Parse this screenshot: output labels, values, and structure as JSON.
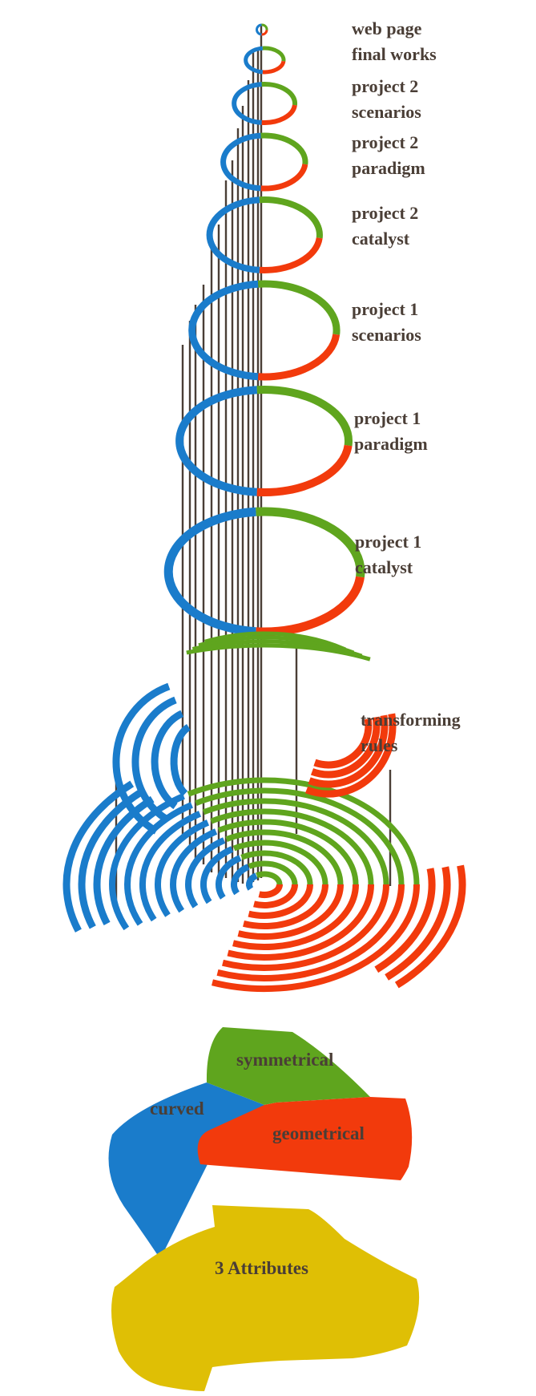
{
  "colors": {
    "blue": "#1a7ccb",
    "green": "#5fa51e",
    "red": "#f23a0c",
    "yellow": "#dfbf05",
    "line": "#4a3e36",
    "text": "#4a3e36"
  },
  "stages": [
    {
      "line1": "web page",
      "line2": "final works"
    },
    {
      "line1": "project 2",
      "line2": "scenarios"
    },
    {
      "line1": "project 2",
      "line2": "paradigm"
    },
    {
      "line1": "project 2",
      "line2": "catalyst"
    },
    {
      "line1": "project 1",
      "line2": "scenarios"
    },
    {
      "line1": "project 1",
      "line2": "paradigm"
    },
    {
      "line1": "project 1",
      "line2": "catalyst"
    },
    {
      "line1": "transforming",
      "line2": "rules"
    }
  ],
  "attributes": {
    "symmetrical": "symmetrical",
    "curved": "curved",
    "geometrical": "geometrical"
  },
  "base": {
    "label": "3 Attributes"
  }
}
